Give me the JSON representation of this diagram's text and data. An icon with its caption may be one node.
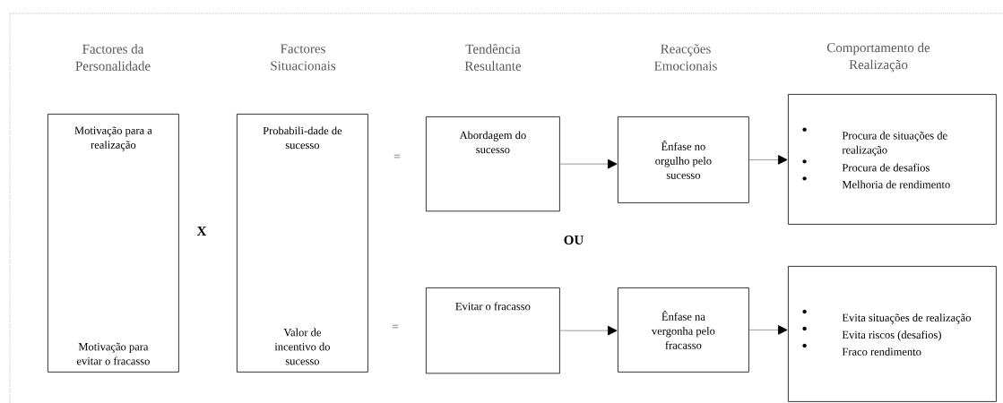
{
  "diagram": {
    "nodes": [
      {
        "text": [
          "Motivação para a realização",
          "Motivação para evitar o fracasso"
        ]
      },
      {
        "text": [
          "Probabili-dade de sucesso",
          "Valor de incentivo do sucesso"
        ]
      },
      {
        "text": [
          "Abordagem do sucesso"
        ]
      },
      {
        "text": [
          "Ênfase no orgulho pelo sucesso"
        ]
      },
      {
        "text": [
          "Procura de situações de realização",
          "Procura de desafios",
          "Melhoria de rendimento"
        ]
      },
      {
        "text": [
          "Evitar o fracasso"
        ]
      },
      {
        "text": [
          "Ênfase na vergonha pelo fracasso"
        ]
      },
      {
        "text": [
          "Evita situações de realização",
          "Evita riscos (desafios)",
          "Fraco rendimento"
        ]
      }
    ],
    "edges": [
      {
        "from": 2,
        "to": 3,
        "arrow": "to"
      },
      {
        "from": 3,
        "to": 4,
        "arrow": "to"
      },
      {
        "from": 5,
        "to": 6,
        "arrow": "to"
      },
      {
        "from": 6,
        "to": 7,
        "arrow": "to"
      }
    ],
    "labels": [
      "Factores da Personalidade",
      "Factores Situacionais",
      "Tendência Resultante",
      "Reacções Emocionais",
      "Comportamento de Realização",
      "=",
      "X",
      "OU",
      "="
    ]
  }
}
